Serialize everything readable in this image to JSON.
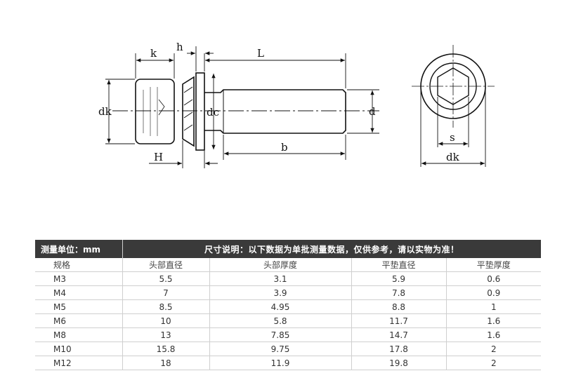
{
  "drawing": {
    "labels": {
      "k": "k",
      "h": "h",
      "L": "L",
      "dk_side": "dk",
      "dc": "dc",
      "d": "d",
      "H": "H",
      "b": "b",
      "s": "s",
      "dk_end": "dk"
    }
  },
  "table": {
    "unit_label": "测量单位：mm",
    "note": "尺寸说明：以下数据为单批测量数据，仅供参考，请以实物为准！",
    "columns": [
      "规格",
      "头部直径",
      "头部厚度",
      "平垫直径",
      "平垫厚度"
    ],
    "rows": [
      [
        "M3",
        "5.5",
        "3.1",
        "5.9",
        "0.6"
      ],
      [
        "M4",
        "7",
        "3.9",
        "7.8",
        "0.9"
      ],
      [
        "M5",
        "8.5",
        "4.95",
        "8.8",
        "1"
      ],
      [
        "M6",
        "10",
        "5.8",
        "11.7",
        "1.6"
      ],
      [
        "M8",
        "13",
        "7.85",
        "14.7",
        "1.6"
      ],
      [
        "M10",
        "15.8",
        "9.75",
        "17.8",
        "2"
      ],
      [
        "M12",
        "18",
        "11.9",
        "19.8",
        "2"
      ]
    ]
  }
}
